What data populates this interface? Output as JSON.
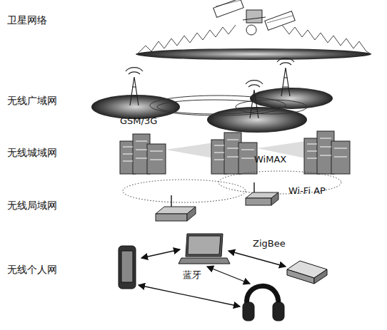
{
  "diagram": {
    "labels": [
      "卫星网络",
      "无线广域网",
      "GSM/3G",
      "无线城域网",
      "WiMAX",
      "无线局域网",
      "Wi-Fi AP",
      "无线个人网",
      "ZigBee",
      "蓝牙"
    ]
  }
}
